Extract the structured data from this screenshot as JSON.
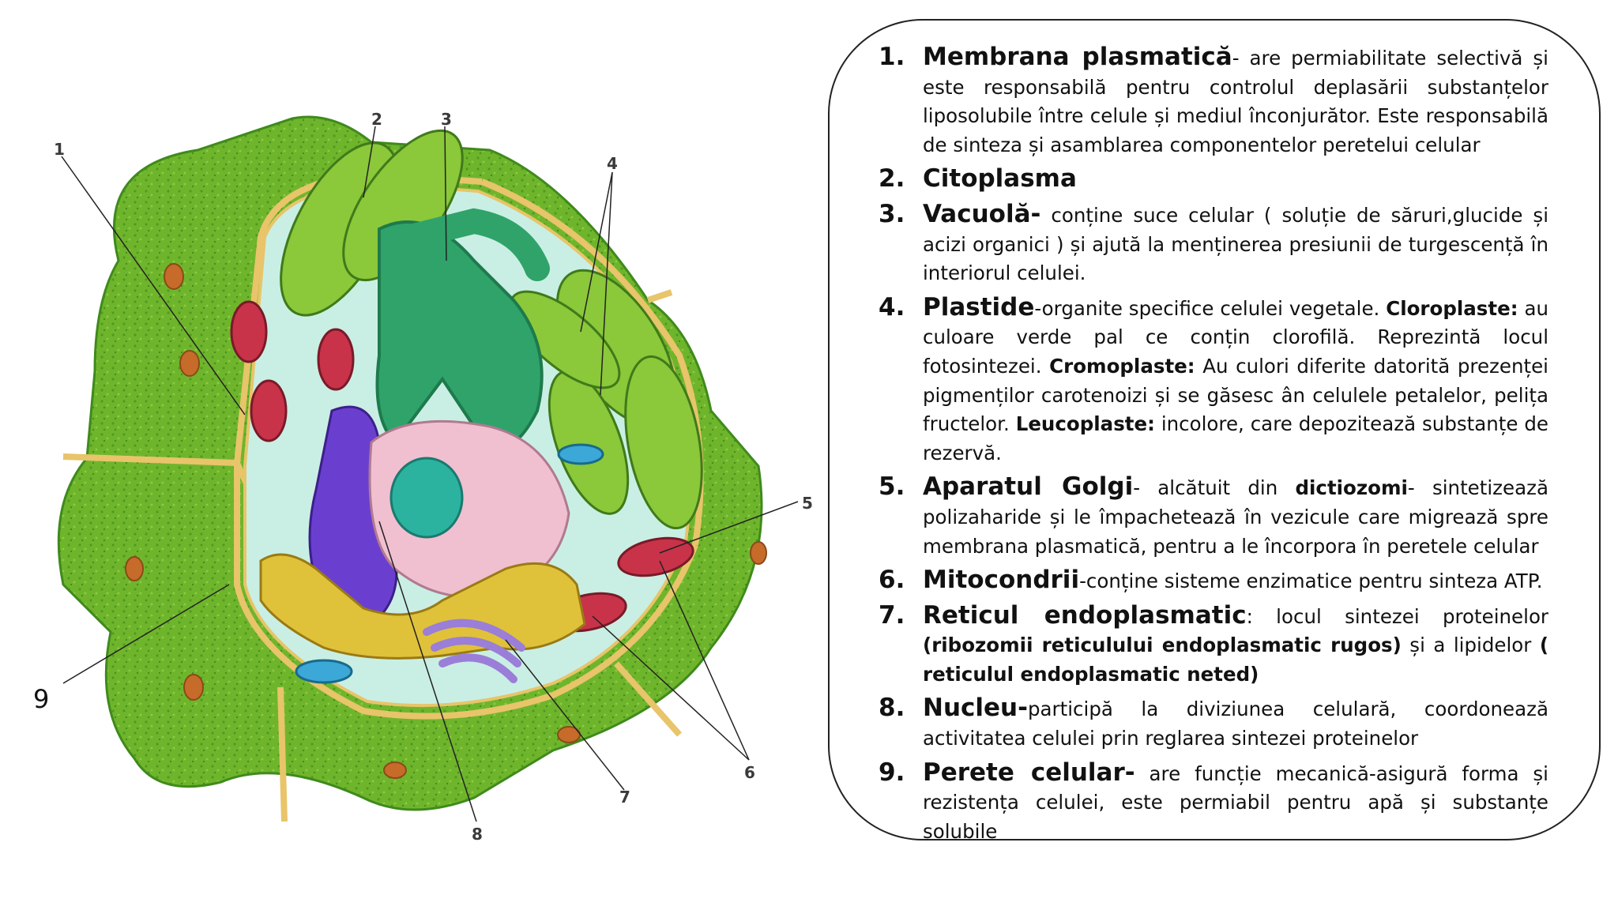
{
  "diagram": {
    "labels": [
      {
        "id": "label-1",
        "text": "1"
      },
      {
        "id": "label-2",
        "text": "2"
      },
      {
        "id": "label-3",
        "text": "3"
      },
      {
        "id": "label-4",
        "text": "4"
      },
      {
        "id": "label-5",
        "text": "5"
      },
      {
        "id": "label-6",
        "text": "6"
      },
      {
        "id": "label-7",
        "text": "7"
      },
      {
        "id": "label-8",
        "text": "8"
      },
      {
        "id": "label-9",
        "text": "9"
      }
    ],
    "colors": {
      "wall": "#6fb52c",
      "wall_dark": "#3f8a1c",
      "wall_edge": "#e8c46a",
      "cytoplasm": "#c9efe4",
      "vacuole": "#2fa36a",
      "chloroplast": "#8bc83a",
      "mitochondrion": "#c8334a",
      "golgi": "#9a7ed8",
      "er_rough": "#6a3fd0",
      "er_smooth": "#e0c13a",
      "nucleus": "#f0bfd0",
      "nucleolus": "#2bb3a0"
    }
  },
  "legend": {
    "items": [
      {
        "number": "1.",
        "term": "Membrana plasmatică",
        "text": "- are permiabilitate selectivă și este responsabilă pentru controlul deplasării substanțelor liposolubile între celule și mediul înconjurător. Este responsabilă de sinteza și asamblarea componentelor peretelui celular"
      },
      {
        "number": "2.",
        "term": "Citoplasma",
        "text": ""
      },
      {
        "number": "3.",
        "term": "Vacuolă-",
        "text": " conține suce celular ( soluție de săruri,glucide și acizi organici ) și ajută la menținerea presiunii de turgescență în interiorul celulei."
      },
      {
        "number": "4.",
        "term": "Plastide",
        "text_a": "-organite specifice celulei vegetale. ",
        "sub1": "Cloroplaste:",
        "text_b": " au culoare verde pal ce conțin clorofilă. Reprezintă locul fotosintezei. ",
        "sub2": "Cromoplaste:",
        "text_c": " Au culori diferite datorită prezenței pigmenților carotenoizi și se găsesc ân celulele petalelor, pelița fructelor. ",
        "sub3": "Leucoplaste:",
        "text_d": " incolore, care depozitează substanțe de rezervă."
      },
      {
        "number": "5.",
        "term": "Aparatul Golgi",
        "text_a": "- alcătuit din ",
        "sub1": "dictiozomi",
        "text_b": "- sintetizează polizaharide și le împachetează în vezicule care migrează spre membrana plasmatică, pentru a le încorpora în peretele celular"
      },
      {
        "number": "6.",
        "term": "Mitocondrii",
        "text": "-conține sisteme enzimatice pentru sinteza ATP."
      },
      {
        "number": "7.",
        "term": "Reticul endoplasmatic",
        "text_a": ": locul sintezei proteinelor ",
        "sub1": "(ribozomii reticulului endoplasmatic rugos)",
        "text_b": " și a lipidelor ",
        "sub2": "( reticulul endoplasmatic neted)"
      },
      {
        "number": "8.",
        "term": "Nucleu-",
        "text": "participă la diviziunea celulară, coordonează activitatea celulei prin reglarea sintezei proteinelor"
      },
      {
        "number": "9.",
        "term": "Perete celular-",
        "text": " are funcție mecanică-asigură forma și rezistența celulei, este permiabil pentru apă și substanțe solubile"
      }
    ]
  }
}
